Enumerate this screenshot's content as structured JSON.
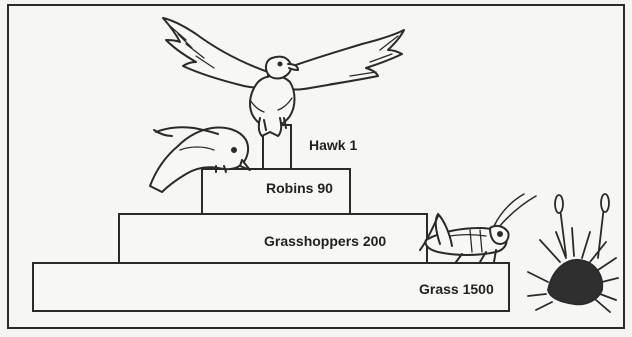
{
  "pyramid": {
    "levels": [
      {
        "organism": "Hawk",
        "count": 1,
        "label": "Hawk 1"
      },
      {
        "organism": "Robins",
        "count": 90,
        "label": "Robins 90"
      },
      {
        "organism": "Grasshoppers",
        "count": 200,
        "label": "Grasshoppers 200"
      },
      {
        "organism": "Grass",
        "count": 1500,
        "label": "Grass 1500"
      }
    ]
  },
  "colors": {
    "line": "#2a2a2a",
    "fill": "#f7f7f5",
    "background": "#f4f4f2"
  },
  "icons": [
    "hawk-icon",
    "robin-icon",
    "grasshopper-icon",
    "grass-icon"
  ]
}
